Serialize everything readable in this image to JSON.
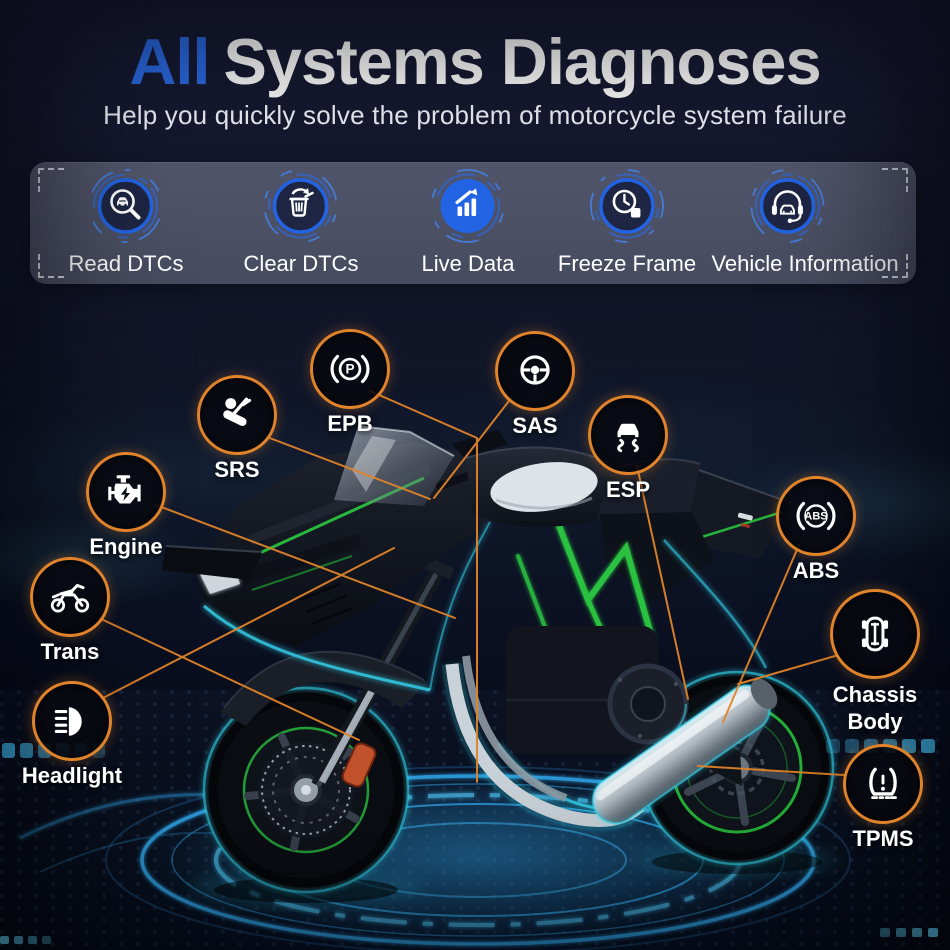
{
  "header": {
    "title_highlight": "All",
    "title_rest": "Systems Diagnoses",
    "subtitle": "Help you quickly solve the problem of motorcycle system failure"
  },
  "features": [
    {
      "icon": "magnifier-car-icon",
      "label": "Read DTCs"
    },
    {
      "icon": "trash-arrow-icon",
      "label": "Clear DTCs"
    },
    {
      "icon": "chart-up-icon",
      "label": "Live Data"
    },
    {
      "icon": "clock-frame-icon",
      "label": "Freeze Frame"
    },
    {
      "icon": "headset-car-icon",
      "label": "Vehicle Information"
    }
  ],
  "callouts": [
    {
      "icon": "parking-brake-icon",
      "label": "EPB"
    },
    {
      "icon": "steering-wheel-icon",
      "label": "SAS"
    },
    {
      "icon": "airbag-icon",
      "label": "SRS"
    },
    {
      "icon": "car-skid-icon",
      "label": "ESP"
    },
    {
      "icon": "engine-icon",
      "label": "Engine"
    },
    {
      "icon": "abs-brake-icon",
      "label": "ABS"
    },
    {
      "icon": "motorcycle-icon",
      "label": "Trans"
    },
    {
      "icon": "chassis-icon",
      "label": "Chassis Body"
    },
    {
      "icon": "headlight-icon",
      "label": "Headlight"
    },
    {
      "icon": "tire-alert-icon",
      "label": "TPMS"
    }
  ],
  "colors": {
    "accent_blue": "#2b6be4",
    "accent_orange": "#e0832a",
    "neon_cyan": "#35d5ef",
    "accent_green": "#2ac140",
    "panel_bg": "#4a4e62"
  }
}
